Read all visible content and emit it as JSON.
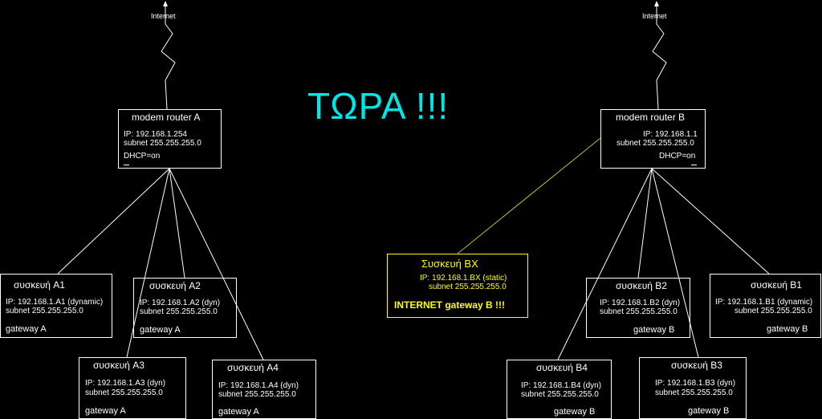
{
  "headline": "ΤΩΡΑ !!!",
  "internet_label": "Internet",
  "routers": {
    "a": {
      "title": "modem router A",
      "ip": "IP: 192.168.1.254",
      "subnet": "subnet 255.255.255.0",
      "dhcp": "DHCP=on"
    },
    "b": {
      "title": "modem router B",
      "ip": "IP: 192.168.1.1",
      "subnet": "subnet 255.255.255.0",
      "dhcp": "DHCP=on"
    }
  },
  "devices": {
    "a1": {
      "title": "συσκευή  A1",
      "ip": "IP: 192.168.1.A1 (dynamic)",
      "subnet": "subnet 255.255.255.0",
      "gateway": "gateway A"
    },
    "a2": {
      "title": "συσκευή  A2",
      "ip": "IP: 192.168.1.A2 (dyn)",
      "subnet": "subnet 255.255.255.0",
      "gateway": "gateway A"
    },
    "a3": {
      "title": "συσκευή  A3",
      "ip": "IP: 192.168.1.A3 (dyn)",
      "subnet": "subnet 255.255.255.0",
      "gateway": "gateway A"
    },
    "a4": {
      "title": "συσκευή  A4",
      "ip": "IP: 192.168.1.A4 (dyn)",
      "subnet": "subnet 255.255.255.0",
      "gateway": "gateway A"
    },
    "b1": {
      "title": "συσκευή  B1",
      "ip": "IP: 192.168.1.B1 (dynamic)",
      "subnet": "subnet 255.255.255.0",
      "gateway": "gateway B"
    },
    "b2": {
      "title": "συσκευή  B2",
      "ip": "IP: 192.168.1.B2 (dyn)",
      "subnet": "subnet 255.255.255.0",
      "gateway": "gateway B"
    },
    "b3": {
      "title": "συσκευή  B3",
      "ip": "IP: 192.168.1.B3 (dyn)",
      "subnet": "subnet 255.255.255.0",
      "gateway": "gateway B"
    },
    "b4": {
      "title": "συσκευή  B4",
      "ip": "IP: 192.168.1.B4 (dyn)",
      "subnet": "subnet 255.255.255.0",
      "gateway": "gateway B"
    }
  },
  "bx": {
    "title": "Συσκευή  BX",
    "ip": "IP: 192.168.1.BX (static)",
    "subnet": "subnet 255.255.255.0",
    "note": "INTERNET gateway B !!!"
  },
  "colors": {
    "background": "#000000",
    "lines": "#ffffff",
    "headline": "#00e5e5",
    "highlight": "#ffff00"
  }
}
